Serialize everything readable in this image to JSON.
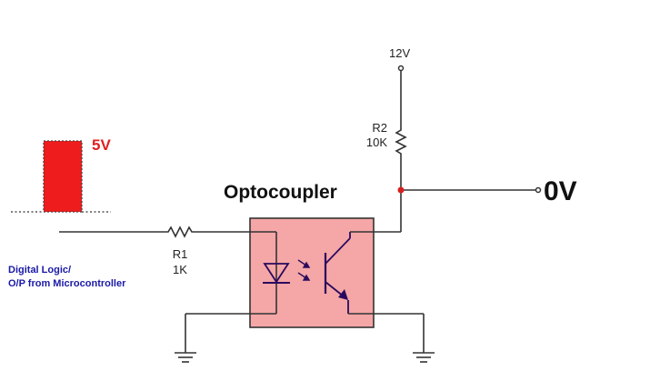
{
  "supply": {
    "label": "12V"
  },
  "r2": {
    "name": "R2",
    "value": "10K"
  },
  "r1": {
    "name": "R1",
    "value": "1K"
  },
  "output": {
    "label": "0V"
  },
  "optocoupler": {
    "title": "Optocoupler"
  },
  "pulse": {
    "label": "5V"
  },
  "source": {
    "line1": "Digital Logic/",
    "line2": "O/P from Microcontroller"
  },
  "colors": {
    "pulse_fill": "#ee1c1c",
    "pulse_label": "#e02020",
    "package_fill": "#f5a6a6",
    "package_stroke": "#333333",
    "device": "#2a0a5e",
    "junction_dot": "#d62020",
    "source_text": "#1a1aa8"
  },
  "icons": [
    "resistor-icon",
    "led-diode-icon",
    "phototransistor-icon",
    "ground-icon",
    "square-pulse-icon"
  ]
}
